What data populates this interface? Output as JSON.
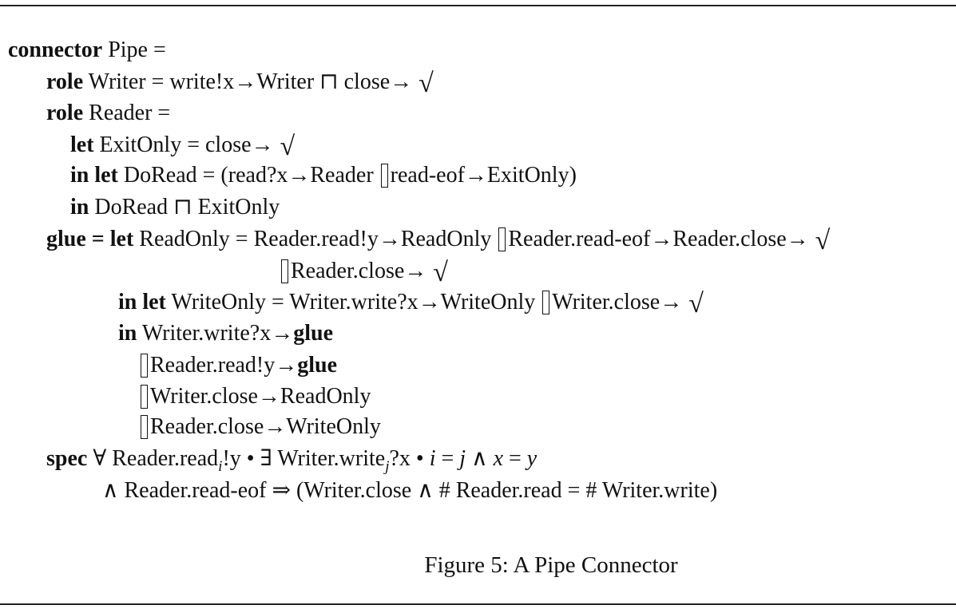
{
  "figure": {
    "caption": "Figure 5:  A Pipe Connector",
    "kw": {
      "connector": "connector",
      "role": "role",
      "let": "let",
      "in": "in",
      "in_let": "in let",
      "glue": "glue",
      "glue_let": "glue = let",
      "spec": "spec"
    },
    "line1": {
      "text": " Pipe ="
    },
    "line2": {
      "a": " Writer = write!x→Writer ⊓ close→",
      "tick": "√"
    },
    "line3": {
      "a": " Reader ="
    },
    "line4": {
      "a": " ExitOnly = close→",
      "tick": "√"
    },
    "line5": {
      "a": " DoRead = (read?x→Reader ",
      "b": "read-eof→ExitOnly)"
    },
    "line6": {
      "a": " DoRead ⊓ ExitOnly"
    },
    "line7": {
      "a": " ReadOnly = Reader.read!y→ReadOnly ",
      "b": "Reader.read-eof→Reader.close→",
      "tick": "√"
    },
    "line8": {
      "a": "Reader.close→",
      "tick": "√"
    },
    "line9": {
      "a": " WriteOnly = Writer.write?x→WriteOnly ",
      "b": "Writer.close→",
      "tick": "√"
    },
    "line10": {
      "a": " Writer.write?x→"
    },
    "line11": {
      "a": "Reader.read!y→"
    },
    "line12": {
      "a": "Writer.close→ReadOnly"
    },
    "line13": {
      "a": "Reader.close→WriteOnly"
    },
    "line14": {
      "a": " ∀ Reader.read",
      "sub_i": "i",
      "b": "!y • ∃ Writer.write",
      "sub_j": "j",
      "c": "?x • ",
      "d": "i",
      "e": " = ",
      "f": "j",
      "g": " ∧ ",
      "h": "x",
      "k": " = ",
      "m": "y"
    },
    "line15": {
      "a": "∧ Reader.read-eof ⇒ (Writer.close ∧ # Reader.read = # Writer.write)"
    }
  }
}
